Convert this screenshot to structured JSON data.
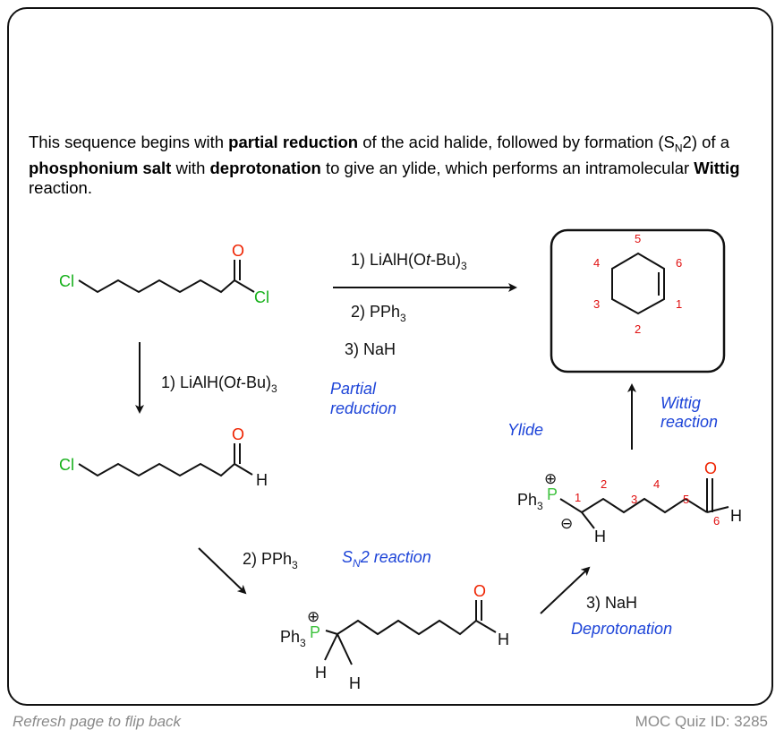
{
  "intro": {
    "p1": "This sequence begins with ",
    "b1": "partial reduction",
    "p2": " of the acid halide, followed by formation (S",
    "sub1": "N",
    "p3": "2) of a ",
    "b2": "phosphonium salt",
    "p4": " with ",
    "b3": "deprotonation",
    "p5": " to give an ylide, which performs an intramolecular ",
    "b4": "Wittig",
    "p6": " reaction."
  },
  "atoms": {
    "cl": "Cl",
    "o": "O",
    "h": "H",
    "ph3": "Ph",
    "three": "3",
    "p": "P",
    "plus": "⊕",
    "minus": "⊖"
  },
  "top_reagents": {
    "r1_prefix": "1) LiAlH(O",
    "r1_tbu": "t",
    "r1_suffix": "-Bu)",
    "r1_sub": "3",
    "r2_prefix": "2) PPh",
    "r2_sub": "3",
    "r3": "3) NaH"
  },
  "step_labels": {
    "step1_prefix": "1) LiAlH(O",
    "step1_tbu": "t",
    "step1_suffix": "-Bu)",
    "step1_sub": "3",
    "partial_line1": "Partial",
    "partial_line2": "reduction",
    "step2_prefix": "2) PPh",
    "step2_sub": "3",
    "sn2_s": "S",
    "sn2_n": "N",
    "sn2_rest": "2 reaction",
    "step3": "3) NaH",
    "deprotonation": "Deprotonation",
    "ylide": "Ylide",
    "wittig_line1": "Wittig",
    "wittig_line2": "reaction"
  },
  "numbers": {
    "ring": [
      "5",
      "6",
      "4",
      "3",
      "1",
      "2"
    ],
    "chain": [
      "1",
      "2",
      "3",
      "4",
      "5",
      "6"
    ]
  },
  "footer": {
    "left": "Refresh page to flip back",
    "right": "MOC Quiz ID: 3285"
  },
  "colors": {
    "chlorine": "#16b01a",
    "oxygen": "#ee2200",
    "phosphorus": "#3ec23e",
    "label_blue": "#1d44d8",
    "number_red": "#e01010",
    "footer_gray": "#8a8a8a"
  }
}
